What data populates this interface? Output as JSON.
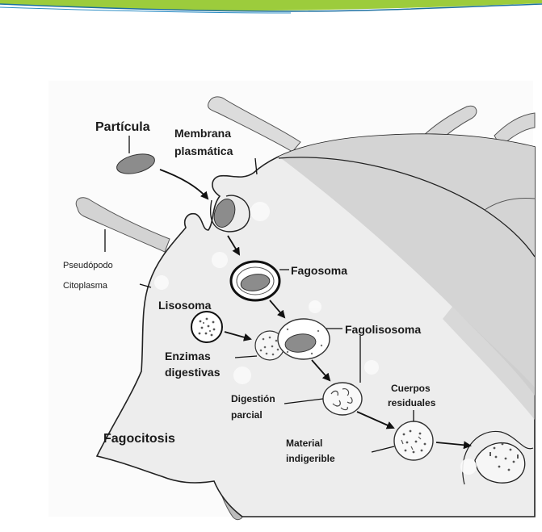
{
  "diagram": {
    "title": "Fagocitosis",
    "labels": {
      "particula": "Partícula",
      "membrana_l1": "Membrana",
      "membrana_l2": "plasmática",
      "pseudopodo": "Pseudópodo",
      "citoplasma": "Citoplasma",
      "fagosoma": "Fagosoma",
      "lisosoma": "Lisosoma",
      "fagolisosoma": "Fagolisosoma",
      "enzimas_l1": "Enzimas",
      "enzimas_l2": "digestivas",
      "digestion_l1": "Digestión",
      "digestion_l2": "parcial",
      "cuerpos_l1": "Cuerpos",
      "cuerpos_l2": "residuales",
      "material_l1": "Material",
      "material_l2": "indigerible"
    }
  },
  "colors": {
    "banner_green": "#9ccc3c",
    "banner_blue": "#1b6fa0",
    "cell_fill": "#ededed",
    "cell_shade": "#d6d6d6",
    "outline": "#222222",
    "particle": "#8c8c8c"
  }
}
